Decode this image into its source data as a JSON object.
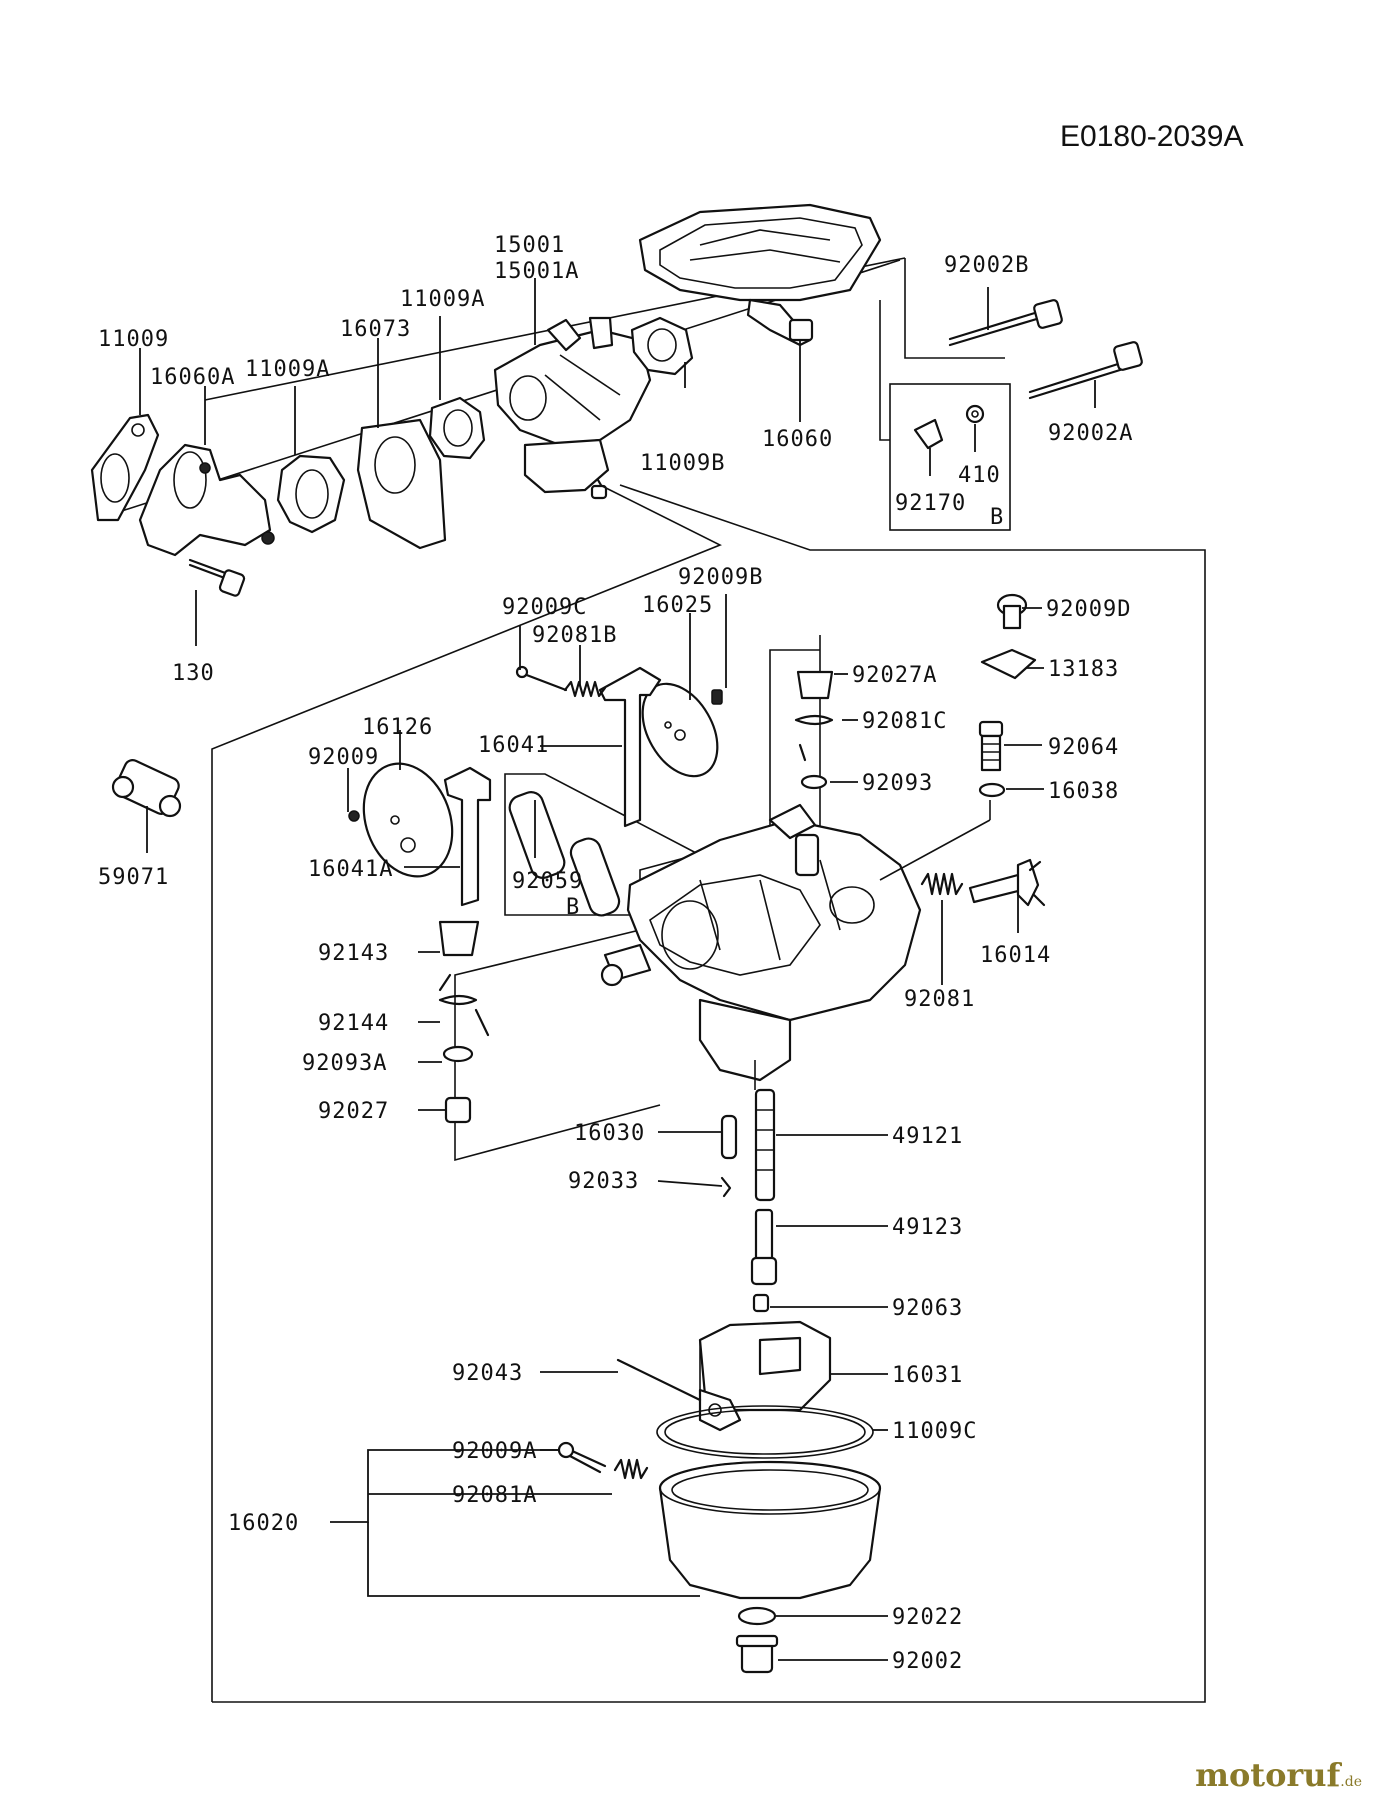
{
  "header": {
    "reference_code": "E0180-2039A"
  },
  "watermark": {
    "main": "motoruf",
    "tld": ".de"
  },
  "callouts": {
    "p11009": "11009",
    "p16060A": "16060A",
    "p11009A_1": "11009A",
    "p16073": "16073",
    "p11009A_2": "11009A",
    "p15001": "15001",
    "p15001A": "15001A",
    "p11009B": "11009B",
    "p16060": "16060",
    "p92002B": "92002B",
    "p92002A": "92002A",
    "p410": "410",
    "p92170": "92170",
    "pB1": "B",
    "p130": "130",
    "p59071": "59071",
    "p92009B": "92009B",
    "p92009C": "92009C",
    "p16025": "16025",
    "p92081B": "92081B",
    "p92009D": "92009D",
    "p92027A": "92027A",
    "p13183": "13183",
    "p16126": "16126",
    "p92009": "92009",
    "p16041": "16041",
    "p92081C": "92081C",
    "p92064": "92064",
    "p92093": "92093",
    "p16038": "16038",
    "p16041A": "16041A",
    "p92059": "92059",
    "pB2": "B",
    "p16014": "16014",
    "p92143": "92143",
    "p92081": "92081",
    "p92144": "92144",
    "p92093A": "92093A",
    "p92027": "92027",
    "p16030": "16030",
    "p49121": "49121",
    "p92033": "92033",
    "p49123": "49123",
    "p92063": "92063",
    "p92043": "92043",
    "p16031": "16031",
    "p11009C": "11009C",
    "p92009A": "92009A",
    "p92081A": "92081A",
    "p16020": "16020",
    "p92022": "92022",
    "p92002": "92002"
  }
}
